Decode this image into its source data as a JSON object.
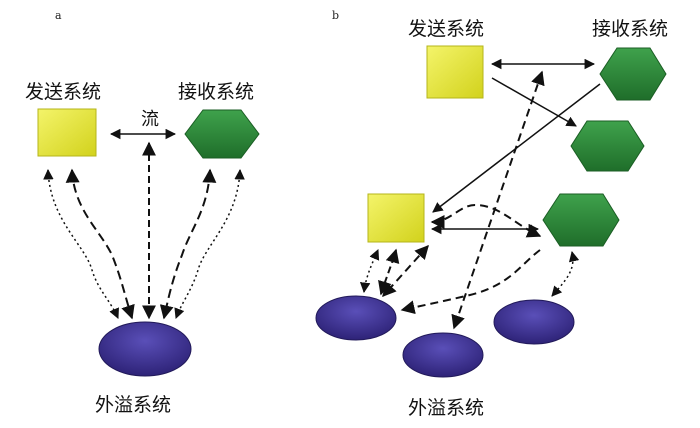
{
  "panel_a": {
    "label": "a",
    "sender_label": "发送系统",
    "receiver_label": "接收系统",
    "flow_label": "流",
    "spillover_label": "外溢系统"
  },
  "panel_b": {
    "label": "b",
    "sender_label": "发送系统",
    "receiver_label": "接收系统",
    "spillover_label": "外溢系统"
  },
  "colors": {
    "sender": "#e6e62a",
    "receiver": "#2e8b3a",
    "spillover": "#3b2f8f",
    "arrow": "#111111"
  }
}
